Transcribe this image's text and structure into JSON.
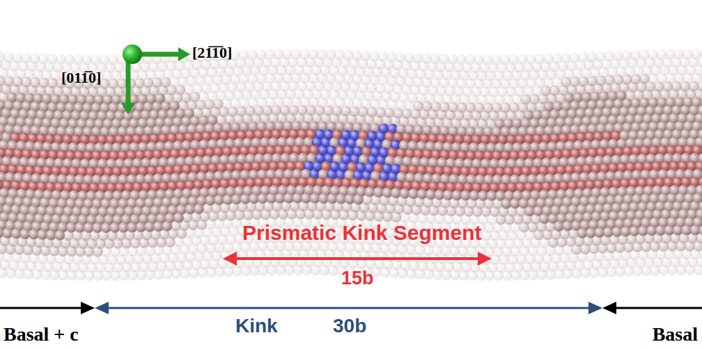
{
  "diagram": {
    "labels": [
      "[21̅1̅0]",
      "[011̅0]",
      "Prismatic Kink Segment",
      "15b",
      "Basal + c",
      "Kink",
      "30b",
      "Basal"
    ]
  }
}
